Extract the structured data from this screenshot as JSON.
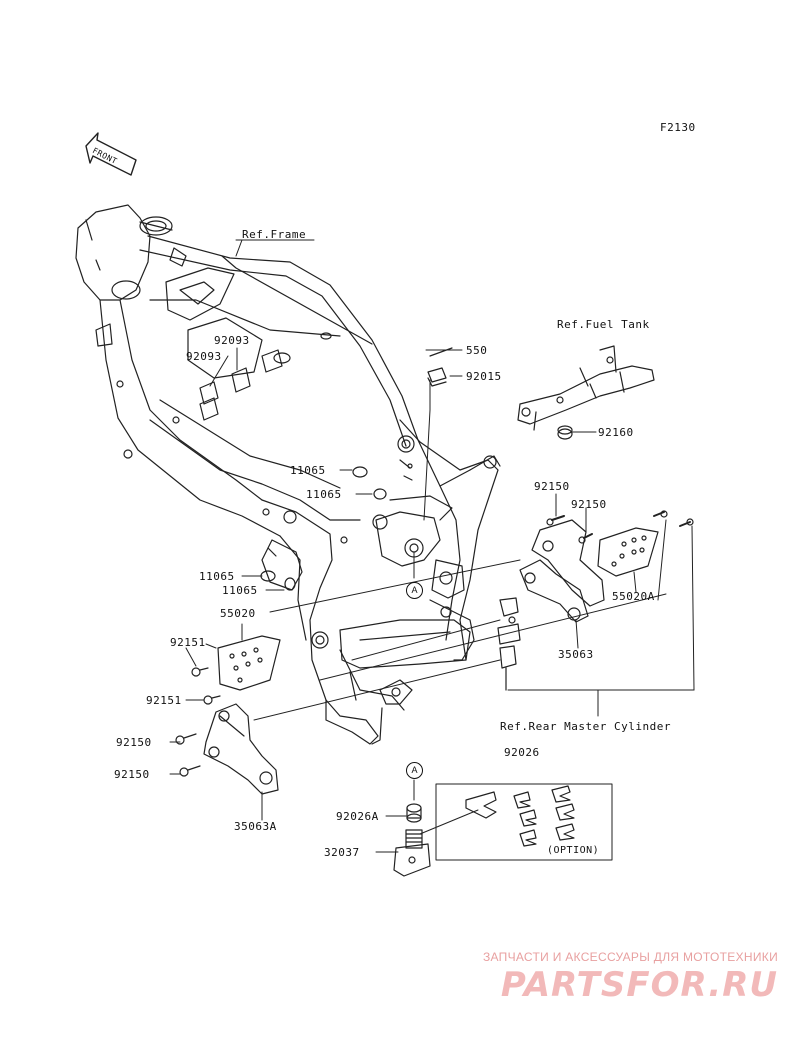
{
  "diagram_code": "F2130",
  "front_label": "FRONT",
  "refs": {
    "frame": "Ref.Frame",
    "fuel_tank": "Ref.Fuel Tank",
    "rear_master_cylinder": "Ref.Rear Master Cylinder",
    "option": "(OPTION)"
  },
  "callout_marker": "A",
  "parts": {
    "p92093_a": "92093",
    "p92093_b": "92093",
    "p550": "550",
    "p92015": "92015",
    "p92160": "92160",
    "p11065_a": "11065",
    "p11065_b": "11065",
    "p11065_c": "11065",
    "p11065_d": "11065",
    "p92150_r1": "92150",
    "p92150_r2": "92150",
    "p55020A": "55020A",
    "p35063": "35063",
    "p55020": "55020",
    "p92151_a": "92151",
    "p92151_b": "92151",
    "p92150_l1": "92150",
    "p92150_l2": "92150",
    "p35063A": "35063A",
    "p92026": "92026",
    "p92026A": "92026A",
    "p32037": "32037"
  },
  "watermark": {
    "caption": "ЗАПЧАСТИ И АКСЕССУАРЫ ДЛЯ МОТОТЕХНИКИ",
    "logo": "PARTSFOR.RU",
    "logo_color": "#f2b9b9"
  }
}
